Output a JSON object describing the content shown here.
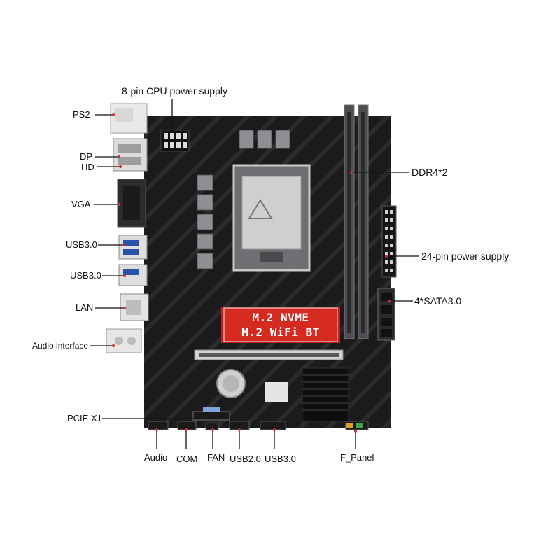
{
  "labels": {
    "cpu_power": "8-pin CPU power supply",
    "ps2": "PS2",
    "dp": "DP",
    "hd": "HD",
    "vga": "VGA",
    "usb30_a": "USB3.0",
    "usb30_b": "USB3.0",
    "lan": "LAN",
    "audio_interface": "Audio interface",
    "ddr4": "DDR4*2",
    "power24": "24-pin power supply",
    "sata": "4*SATA3.0",
    "pcie": "PCIE X1",
    "audio": "Audio",
    "com": "COM",
    "fan": "FAN",
    "usb20": "USB2.0",
    "usb30_header": "USB3.0",
    "f_panel": "F_Panel"
  },
  "m2_badge": {
    "line1": "M.2 NVME",
    "line2": "M.2 WiFi BT"
  },
  "colors": {
    "board": "#1b1b1d",
    "trace": "#3a3a3e",
    "badge": "#d42a20",
    "leader": "#111111"
  }
}
